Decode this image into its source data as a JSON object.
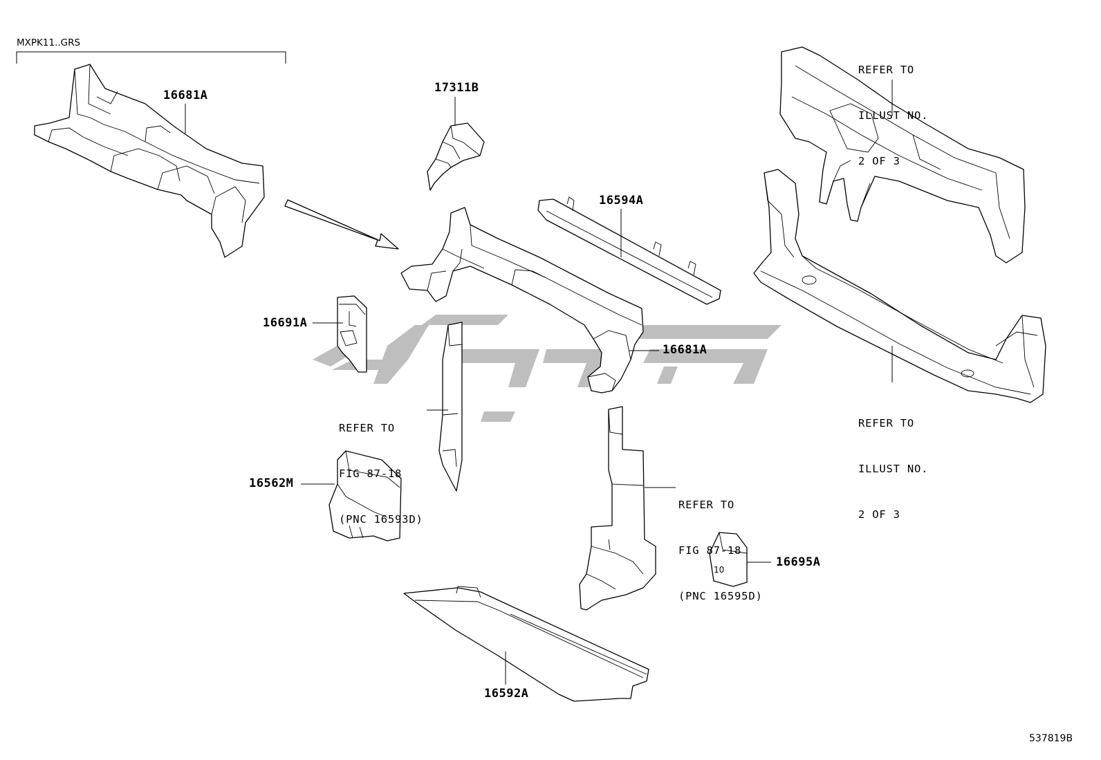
{
  "variant_label": "MXPK11..GRS",
  "illustration_number": "537819B",
  "watermark_color": "#b3b3b3",
  "part_labels": {
    "p16681a_top": "16681A",
    "p17311b": "17311B",
    "p16594a": "16594A",
    "p16691a": "16691A",
    "p16681a_mid": "16681A",
    "p16562m": "16562M",
    "p16695a": "16695A",
    "p16592a": "16592A"
  },
  "notes": {
    "refer_illust_top": [
      "REFER TO",
      "ILLUST NO.",
      "2 OF 3"
    ],
    "refer_illust_bottom": [
      "REFER TO",
      "ILLUST NO.",
      "2 OF 3"
    ],
    "refer_fig_left": [
      "REFER TO",
      "FIG 87-18",
      "(PNC 16593D)"
    ],
    "refer_fig_right": [
      "REFER TO",
      "FIG 87-18",
      "(PNC 16595D)"
    ]
  },
  "tag_number": "10"
}
